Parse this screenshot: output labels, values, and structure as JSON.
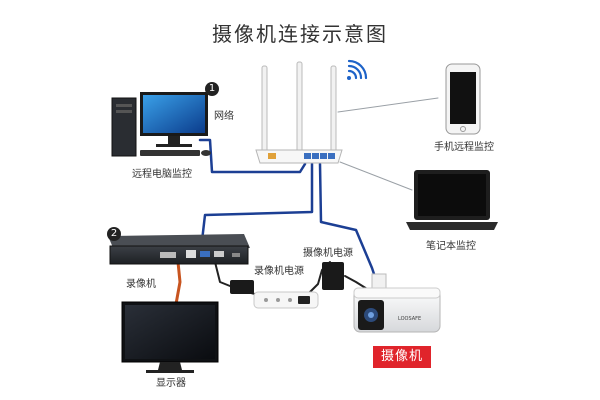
{
  "title": "摄像机连接示意图",
  "labels": {
    "marker_1": "1",
    "marker_2": "2",
    "network": "网络",
    "remote_pc": "远程电脑监控",
    "mobile": "手机远程监控",
    "laptop": "笔记本监控",
    "nvr": "录像机",
    "monitor": "显示器",
    "nvr_power": "录像机电源",
    "camera_power": "摄像机电源",
    "camera": "摄像机",
    "camera_brand": "LOOSAFE"
  },
  "colors": {
    "cable_blue": "#1c3f94",
    "cable_gray": "#9aa0a6",
    "camera_tag": "#e0242b",
    "marker": "#222222",
    "wifi": "#1e63c8"
  }
}
